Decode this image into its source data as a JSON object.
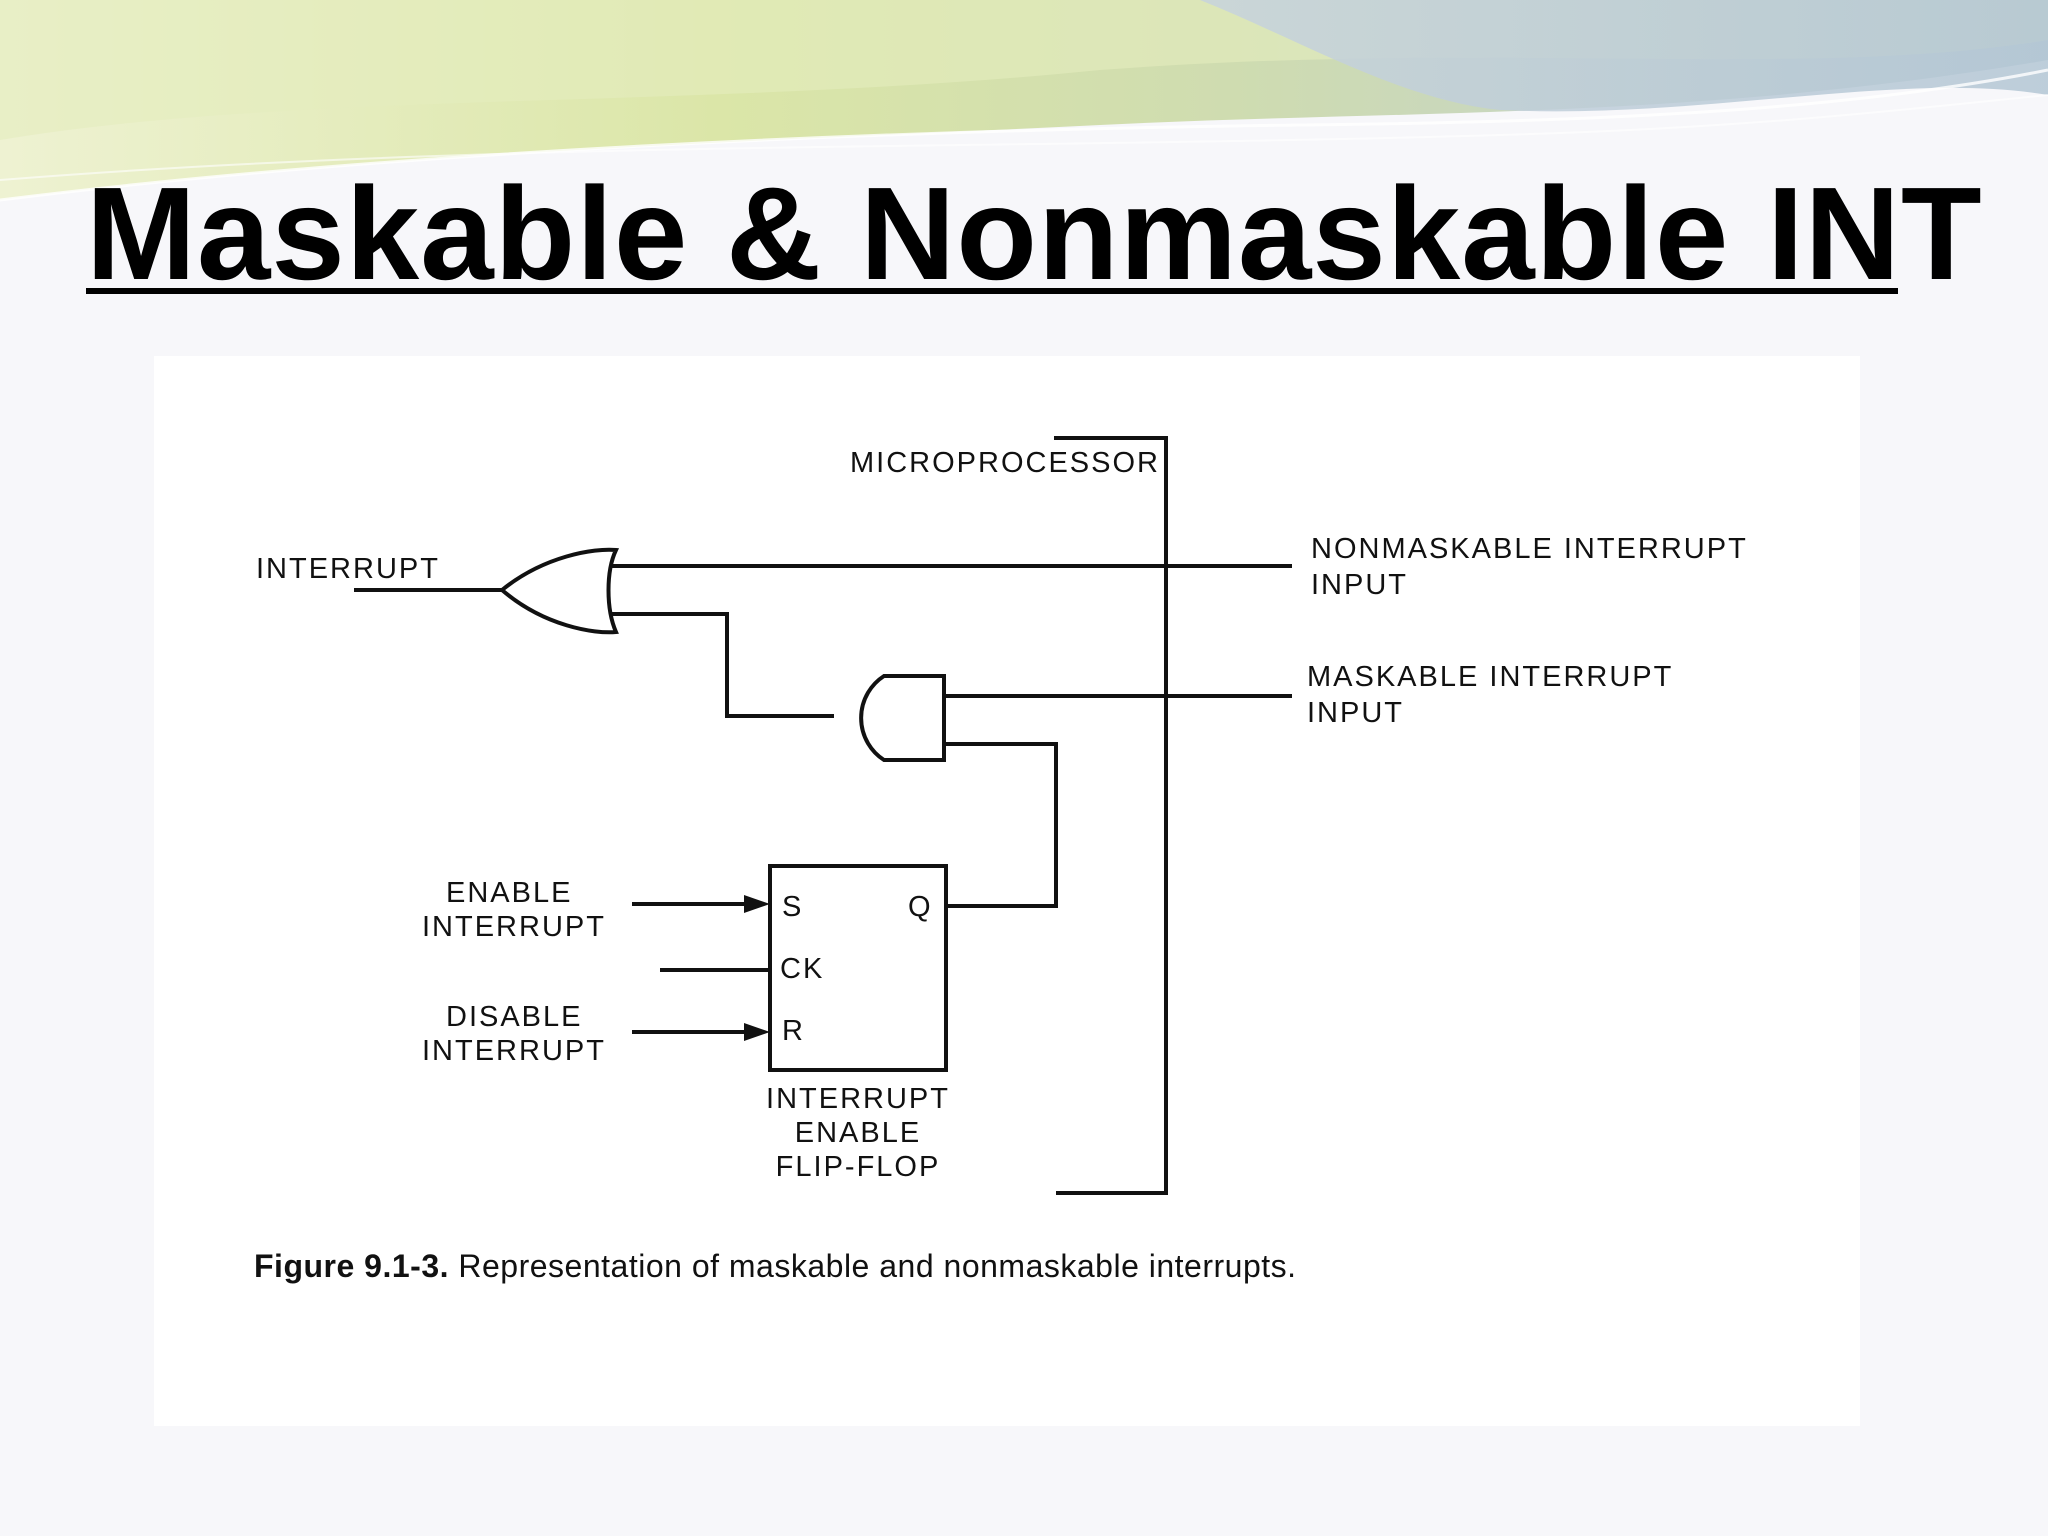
{
  "slide": {
    "title": "Maskable & Nonmaskable INT"
  },
  "diagram": {
    "microprocessor_label": "MICROPROCESSOR",
    "interrupt_label": "INTERRUPT",
    "nmi_output_line1": "NONMASKABLE INTERRUPT",
    "nmi_output_line2": "INPUT",
    "mi_output_line1": "MASKABLE INTERRUPT",
    "mi_output_line2": "INPUT",
    "enable_line1": "ENABLE",
    "enable_line2": "INTERRUPT",
    "disable_line1": "DISABLE",
    "disable_line2": "INTERRUPT",
    "pin_s": "S",
    "pin_q": "Q",
    "pin_ck": "CK",
    "pin_r": "R",
    "flipflop_line1": "INTERRUPT",
    "flipflop_line2": "ENABLE",
    "flipflop_line3": "FLIP-FLOP"
  },
  "caption": {
    "label": "Figure 9.1-3.",
    "text": "Representation of maskable and nonmaskable interrupts."
  },
  "colors": {
    "background": "#f7f7fa",
    "wave_green": "#dbe6a8",
    "wave_blue": "#bccdd8"
  }
}
